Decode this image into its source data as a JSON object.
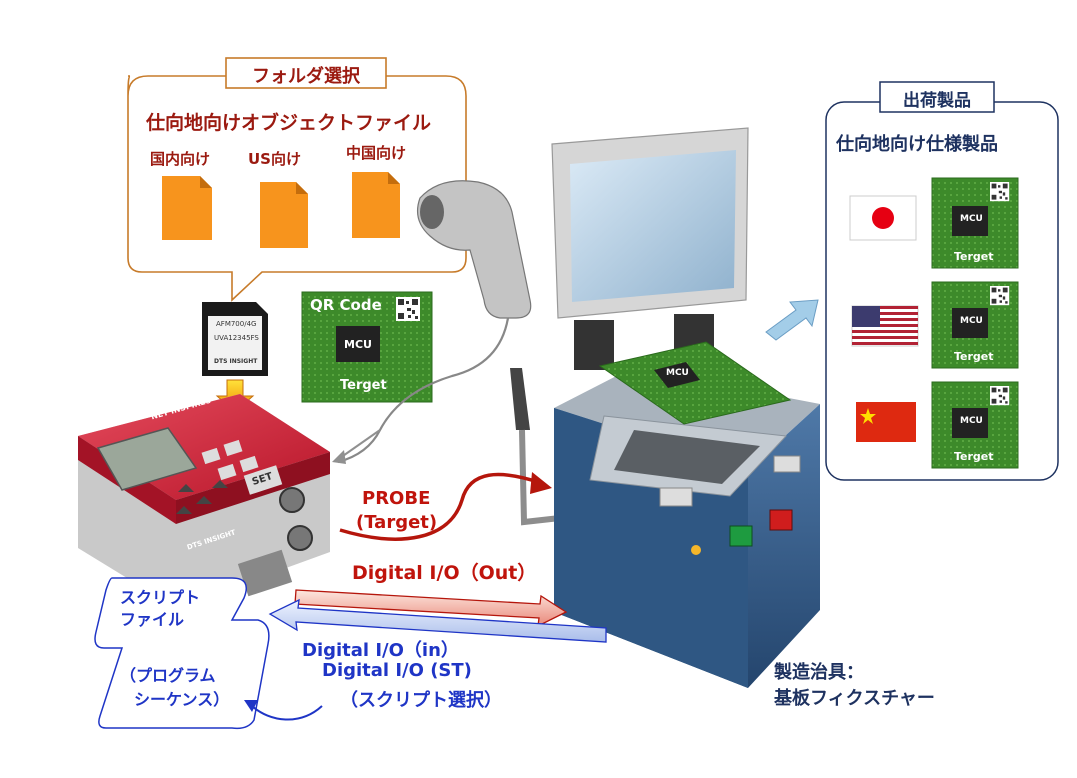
{
  "folder": {
    "title": "フォルダ選択",
    "subtitle": "仕向地向けオブジェクトファイル",
    "files": [
      "国内向け",
      "US向け",
      "中国向け"
    ]
  },
  "sd_card": {
    "line1": "AFM700/4G",
    "line2": "UVA12345FS",
    "brand": "DTS INSIGHT"
  },
  "qr_board": {
    "title": "QR Code",
    "chip": "MCU",
    "label": "Terget"
  },
  "fixture_chip": "MCU",
  "shipping": {
    "title": "出荷製品",
    "subtitle": "仕向地向け仕様製品",
    "products": [
      {
        "flag": "japan-flag-icon",
        "chip": "MCU",
        "label": "Terget"
      },
      {
        "flag": "usa-flag-icon",
        "chip": "MCU",
        "label": "Terget"
      },
      {
        "flag": "china-flag-icon",
        "chip": "MCU",
        "label": "Terget"
      }
    ]
  },
  "device": {
    "name": "NET INSPIRES",
    "set_key": "SET",
    "brand": "DTS INSIGHT"
  },
  "probe": {
    "line1": "PROBE",
    "line2": "(Target)"
  },
  "digital_out": "Digital I/O（Out）",
  "digital_in": {
    "line1": "Digital I/O（in）",
    "line2": "Digital I/O (ST)",
    "line3": "（スクリプト選択）"
  },
  "script": {
    "line1": "スクリプト",
    "line2": "ファイル",
    "line3": "（プログラム",
    "line4": "シーケンス）"
  },
  "fixture": {
    "line1": "製造治具：",
    "line2": "基板フィクスチャー"
  },
  "colors": {
    "dark_red": "#9b1a10",
    "blue": "#1f35c6",
    "navy": "#1e3260",
    "board_green": "#3d8a2a",
    "folder_orange": "#f7941d"
  }
}
